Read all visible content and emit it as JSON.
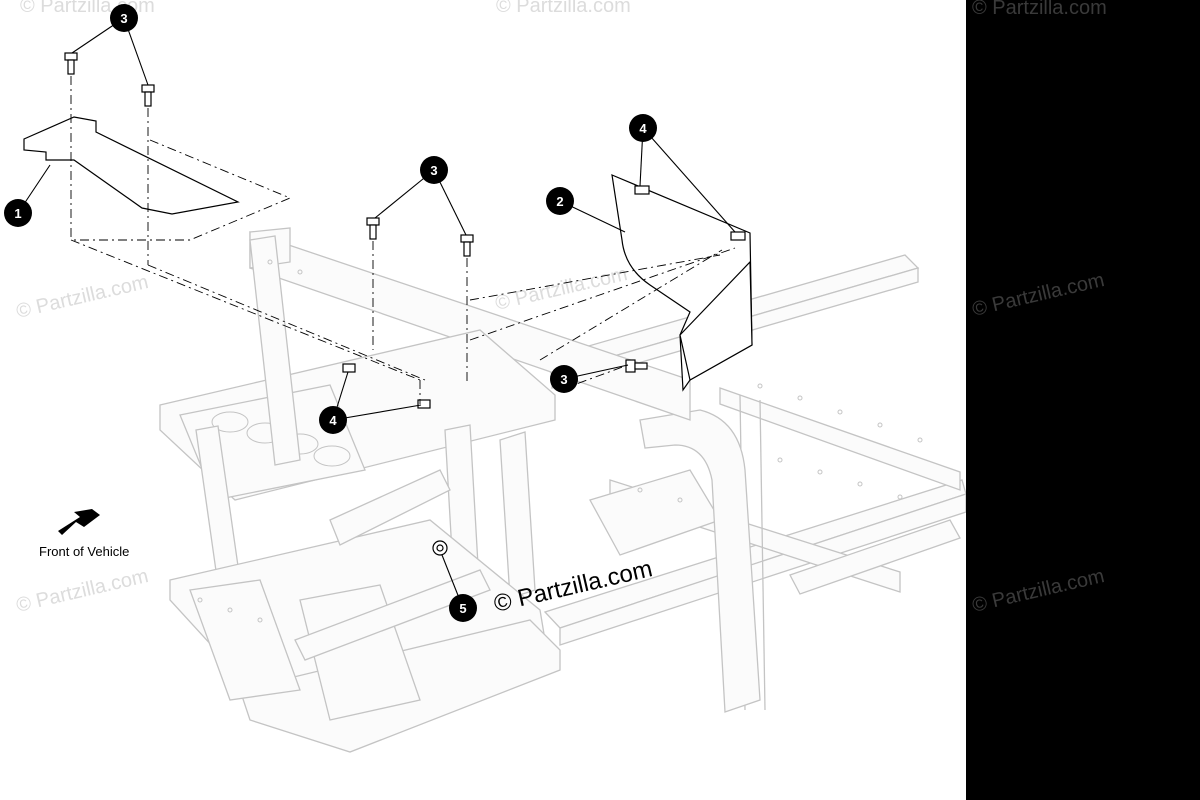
{
  "diagram": {
    "callouts": [
      {
        "id": "callout-1",
        "label": "1"
      },
      {
        "id": "callout-2",
        "label": "2"
      },
      {
        "id": "callout-3a",
        "label": "3"
      },
      {
        "id": "callout-3b",
        "label": "3"
      },
      {
        "id": "callout-3c",
        "label": "3"
      },
      {
        "id": "callout-4a",
        "label": "4"
      },
      {
        "id": "callout-4b",
        "label": "4"
      },
      {
        "id": "callout-5",
        "label": "5"
      }
    ],
    "front_label": "Front of Vehicle",
    "main_watermark": "© Partzilla.com",
    "watermark_text": "© Partzilla.com"
  }
}
